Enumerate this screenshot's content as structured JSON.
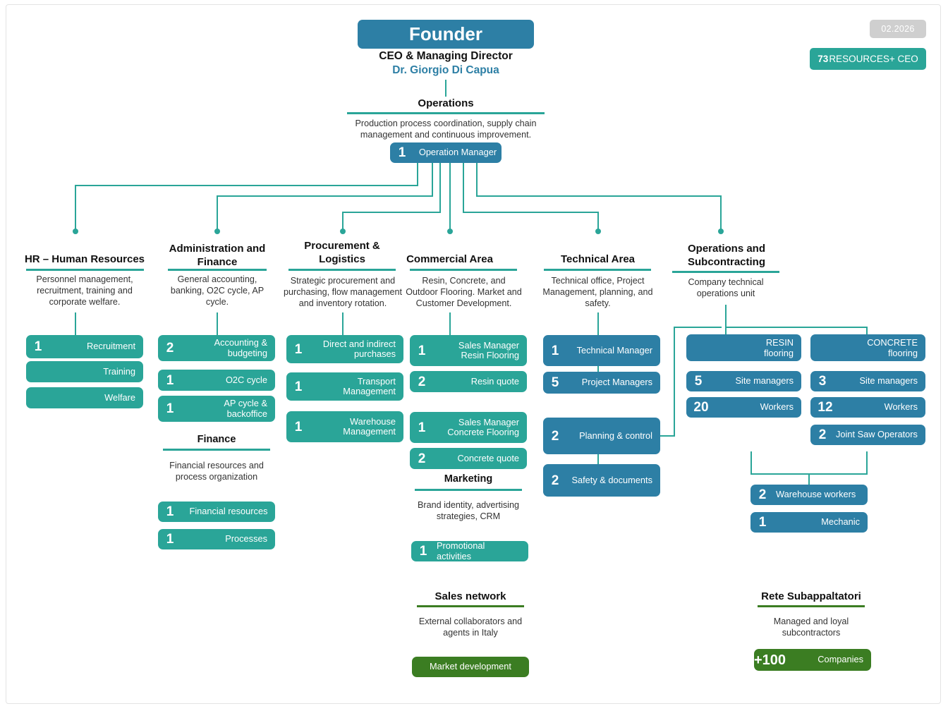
{
  "meta": {
    "date_badge": "02.2026",
    "resources_badge_number": "73",
    "resources_badge_text": "RESOURCES+ CEO",
    "colors": {
      "teal": "#2aa598",
      "blue": "#2d7fa5",
      "green": "#3b7d22",
      "grey": "#cfcfcf"
    }
  },
  "founder": {
    "title": "Founder",
    "role": "CEO & Managing Director",
    "name": "Dr. Giorgio Di Capua"
  },
  "operations": {
    "title": "Operations",
    "description": "Production process coordination, supply chain management and continuous improvement.",
    "chip": {
      "count": "1",
      "label": "Operation Manager"
    }
  },
  "departments": [
    {
      "title": "HR – Human Resources",
      "description": "Personnel management, recruitment, training and corporate welfare.",
      "items": [
        {
          "count": "1",
          "label": "Recruitment"
        },
        {
          "count": "",
          "label": "Training"
        },
        {
          "count": "",
          "label": "Welfare"
        }
      ]
    },
    {
      "title": "Administration and Finance",
      "description": "General accounting, banking, O2C cycle, AP cycle.",
      "items": [
        {
          "count": "2",
          "label": "Accounting & budgeting"
        },
        {
          "count": "1",
          "label": "O2C cycle"
        },
        {
          "count": "1",
          "label": "AP cycle & backoffice"
        }
      ],
      "subsection": {
        "title": "Finance",
        "description": "Financial resources and process organization",
        "items": [
          {
            "count": "1",
            "label": "Financial resources"
          },
          {
            "count": "1",
            "label": "Processes"
          }
        ]
      }
    },
    {
      "title": "Procurement & Logistics",
      "description": "Strategic procurement and purchasing, flow management and inventory rotation.",
      "items": [
        {
          "count": "1",
          "label": "Direct and indirect purchases"
        },
        {
          "count": "1",
          "label": "Transport Management"
        },
        {
          "count": "1",
          "label": "Warehouse Management"
        }
      ]
    },
    {
      "title": "Commercial Area",
      "description": "Resin, Concrete, and Outdoor Flooring. Market and Customer Development.",
      "items": [
        {
          "count": "1",
          "label": "Sales Manager Resin Flooring"
        },
        {
          "count": "2",
          "label": "Resin quote"
        },
        {
          "count": "1",
          "label": "Sales Manager Concrete Flooring"
        },
        {
          "count": "2",
          "label": "Concrete quote"
        }
      ],
      "subsection": {
        "title": "Marketing",
        "description": "Brand identity, advertising strategies, CRM",
        "items": [
          {
            "count": "1",
            "label": "Promotional activities"
          }
        ]
      }
    },
    {
      "title": "Technical Area",
      "description": "Technical office, Project Management, planning, and safety.",
      "items": [
        {
          "count": "1",
          "label": "Technical Manager"
        },
        {
          "count": "5",
          "label": "Project Managers"
        },
        {
          "count": "2",
          "label": "Planning & control"
        },
        {
          "count": "2",
          "label": "Safety & documents"
        }
      ]
    },
    {
      "title": "Operations and Subcontracting",
      "description": "Company technical operations unit",
      "branches": [
        {
          "header": {
            "line1": "RESIN",
            "line2": "flooring"
          },
          "items": [
            {
              "count": "5",
              "label": "Site managers"
            },
            {
              "count": "20",
              "label": "Workers"
            }
          ]
        },
        {
          "header": {
            "line1": "CONCRETE",
            "line2": "flooring"
          },
          "items": [
            {
              "count": "3",
              "label": "Site managers"
            },
            {
              "count": "12",
              "label": "Workers"
            },
            {
              "count": "2",
              "label": "Joint Saw Operators"
            }
          ]
        }
      ],
      "shared_items": [
        {
          "count": "2",
          "label": "Warehouse workers"
        },
        {
          "count": "1",
          "label": "Mechanic"
        }
      ]
    }
  ],
  "footers": [
    {
      "title": "Sales network",
      "description": "External collaborators and agents in Italy",
      "chip": {
        "count": "",
        "label": "Market development"
      }
    },
    {
      "title": "Rete Subappaltatori",
      "description": "Managed and loyal subcontractors",
      "chip": {
        "count": "+100",
        "label": "Companies"
      }
    }
  ]
}
